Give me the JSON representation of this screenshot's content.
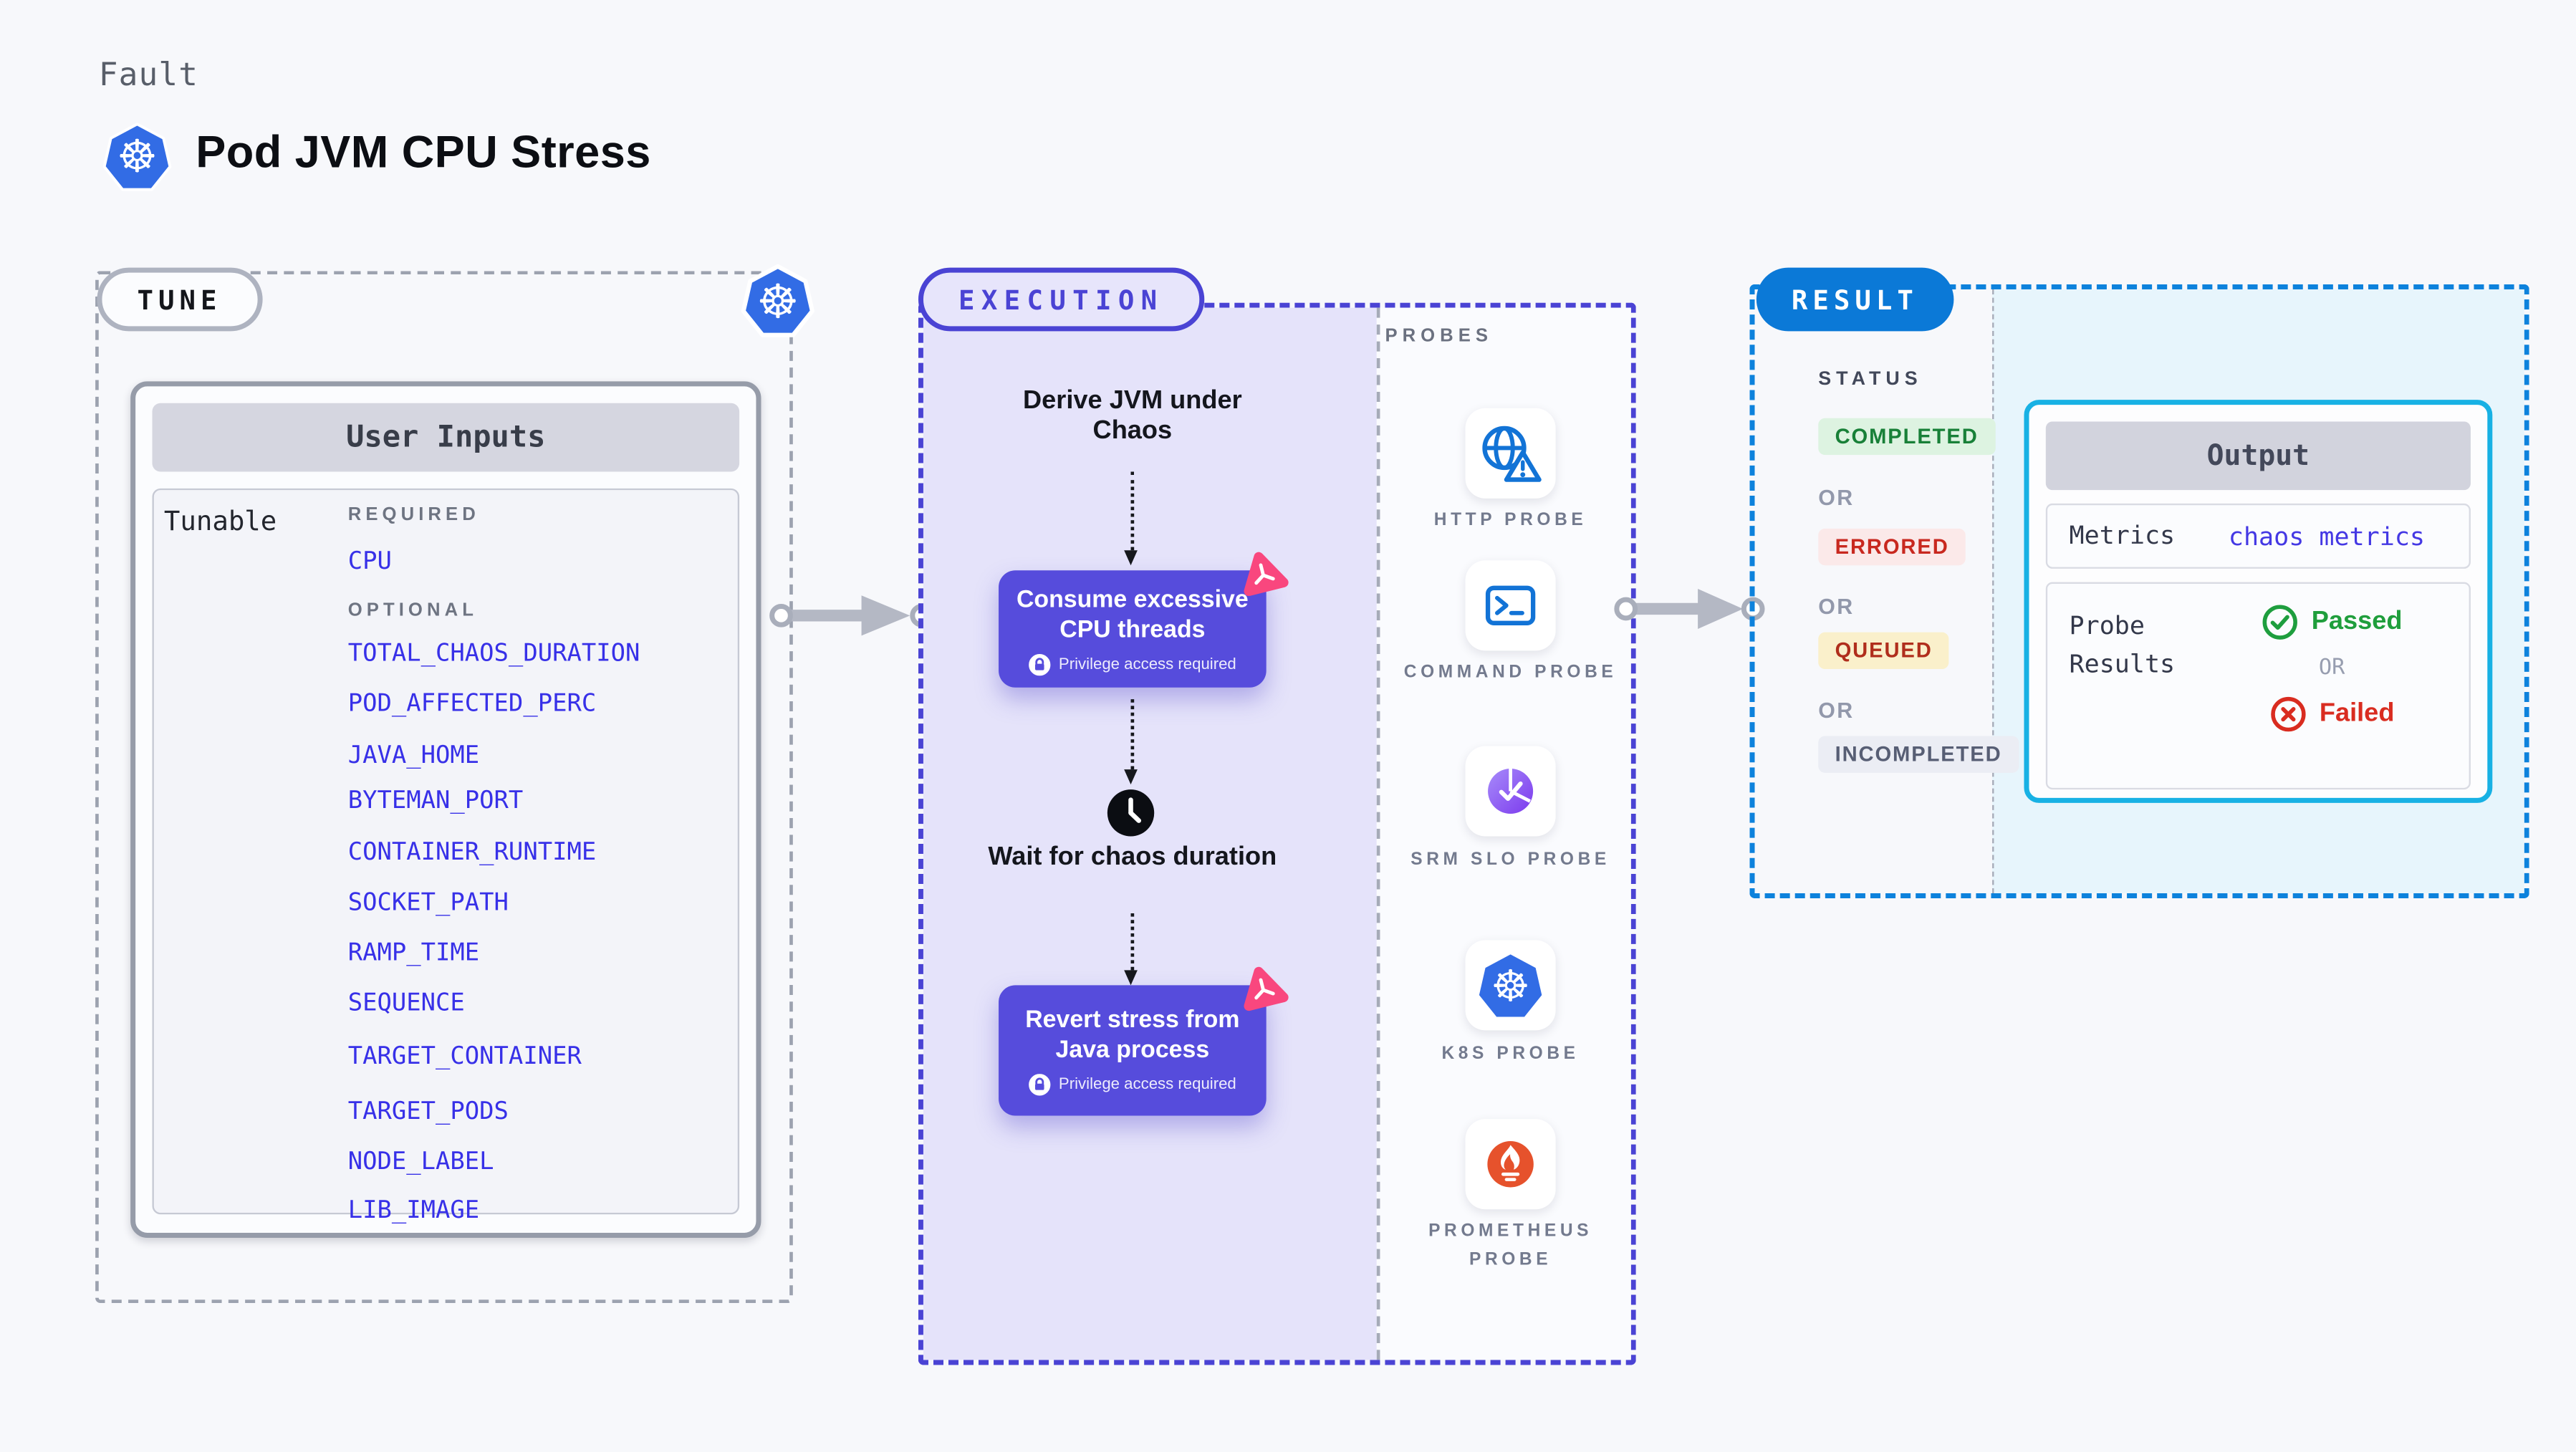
{
  "header": {
    "kicker": "Fault",
    "title": "Pod JVM CPU Stress",
    "icon": "kubernetes-icon"
  },
  "tune": {
    "badge": "TUNE",
    "corner_icon": "kubernetes-icon",
    "panel": {
      "title": "User Inputs",
      "row_label": "Tunable",
      "required_label": "REQUIRED",
      "required_items": [
        "CPU"
      ],
      "optional_label": "OPTIONAL",
      "optional_items": [
        "TOTAL_CHAOS_DURATION",
        "POD_AFFECTED_PERC",
        "JAVA_HOME",
        "BYTEMAN_PORT",
        "CONTAINER_RUNTIME",
        "SOCKET_PATH",
        "RAMP_TIME",
        "SEQUENCE",
        "TARGET_CONTAINER",
        "TARGET_PODS",
        "NODE_LABEL",
        "LIB_IMAGE"
      ]
    }
  },
  "execution": {
    "badge": "EXECUTION",
    "flow": {
      "step1": "Derive JVM under Chaos",
      "action1": "Consume excessive CPU threads",
      "wait": "Wait for chaos duration",
      "action2": "Revert stress from Java process",
      "privilege_note": "Privilege access required"
    },
    "probes": {
      "label": "PROBES",
      "items": [
        {
          "name": "HTTP PROBE",
          "icon": "globe-alert-icon"
        },
        {
          "name": "COMMAND PROBE",
          "icon": "terminal-icon"
        },
        {
          "name": "SRM SLO PROBE",
          "icon": "slo-gauge-icon"
        },
        {
          "name": "K8S PROBE",
          "icon": "kubernetes-icon"
        },
        {
          "name": "PROMETHEUS PROBE",
          "icon": "prometheus-icon"
        }
      ]
    }
  },
  "result": {
    "badge": "RESULT",
    "status_label": "STATUS",
    "or_label": "OR",
    "statuses": [
      {
        "label": "COMPLETED",
        "tone": "green"
      },
      {
        "label": "ERRORED",
        "tone": "red"
      },
      {
        "label": "QUEUED",
        "tone": "yellow"
      },
      {
        "label": "INCOMPLETED",
        "tone": "gray"
      }
    ],
    "output": {
      "title": "Output",
      "metrics_label": "Metrics",
      "metrics_value": "chaos metrics",
      "probe_results_label": "Probe Results",
      "passed_label": "Passed",
      "or_label": "OR",
      "failed_label": "Failed"
    }
  },
  "colors": {
    "accent_indigo": "#4A43D4",
    "action_purple": "#564CDC",
    "result_blue": "#0B79D7",
    "output_cyan": "#18B1E4",
    "k8s_blue": "#326CE5",
    "probe_blue": "#1273D6",
    "prometheus_orange": "#E6522C",
    "success_green": "#188038",
    "error_red": "#C8281F",
    "queued_yellow_bg": "#FAF0CB",
    "litmus_pink": "#F9477E"
  }
}
